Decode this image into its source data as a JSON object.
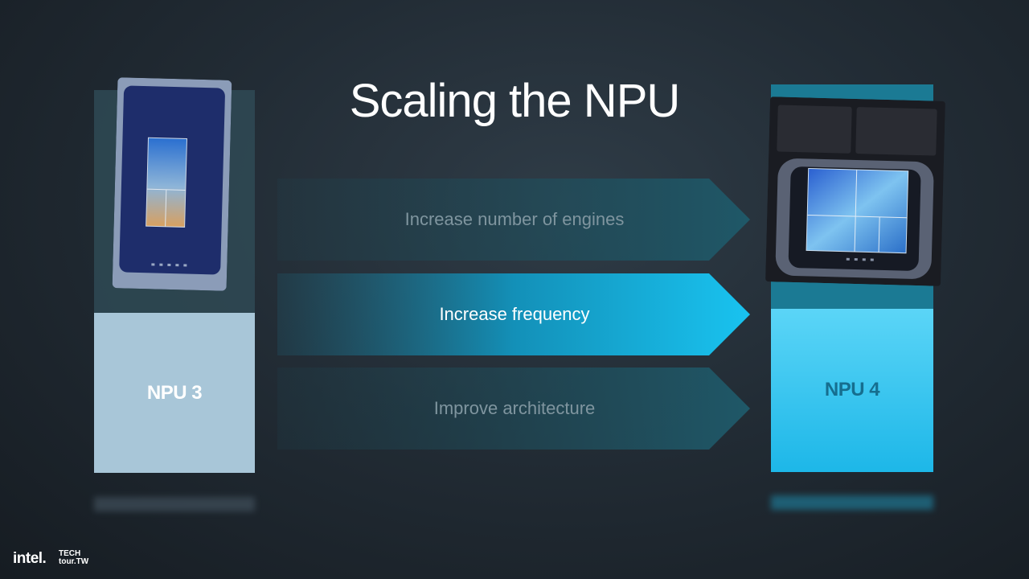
{
  "slide": {
    "title": "Scaling the NPU",
    "left_label": "NPU 3",
    "right_label": "NPU 4",
    "steps": [
      {
        "label": "Increase number of engines",
        "state": "dim"
      },
      {
        "label": "Increase frequency",
        "state": "highlighted"
      },
      {
        "label": "Improve architecture",
        "state": "dim"
      }
    ]
  },
  "branding": {
    "logo_text": "intel.",
    "event_line1": "TECH",
    "event_line2": "tour.TW"
  },
  "colors": {
    "npu3_fill": "#a8c6d8",
    "npu4_fill": "#1db7e8",
    "arrow_highlight": "#19b8e4",
    "arrow_dim": "#1e5565"
  }
}
